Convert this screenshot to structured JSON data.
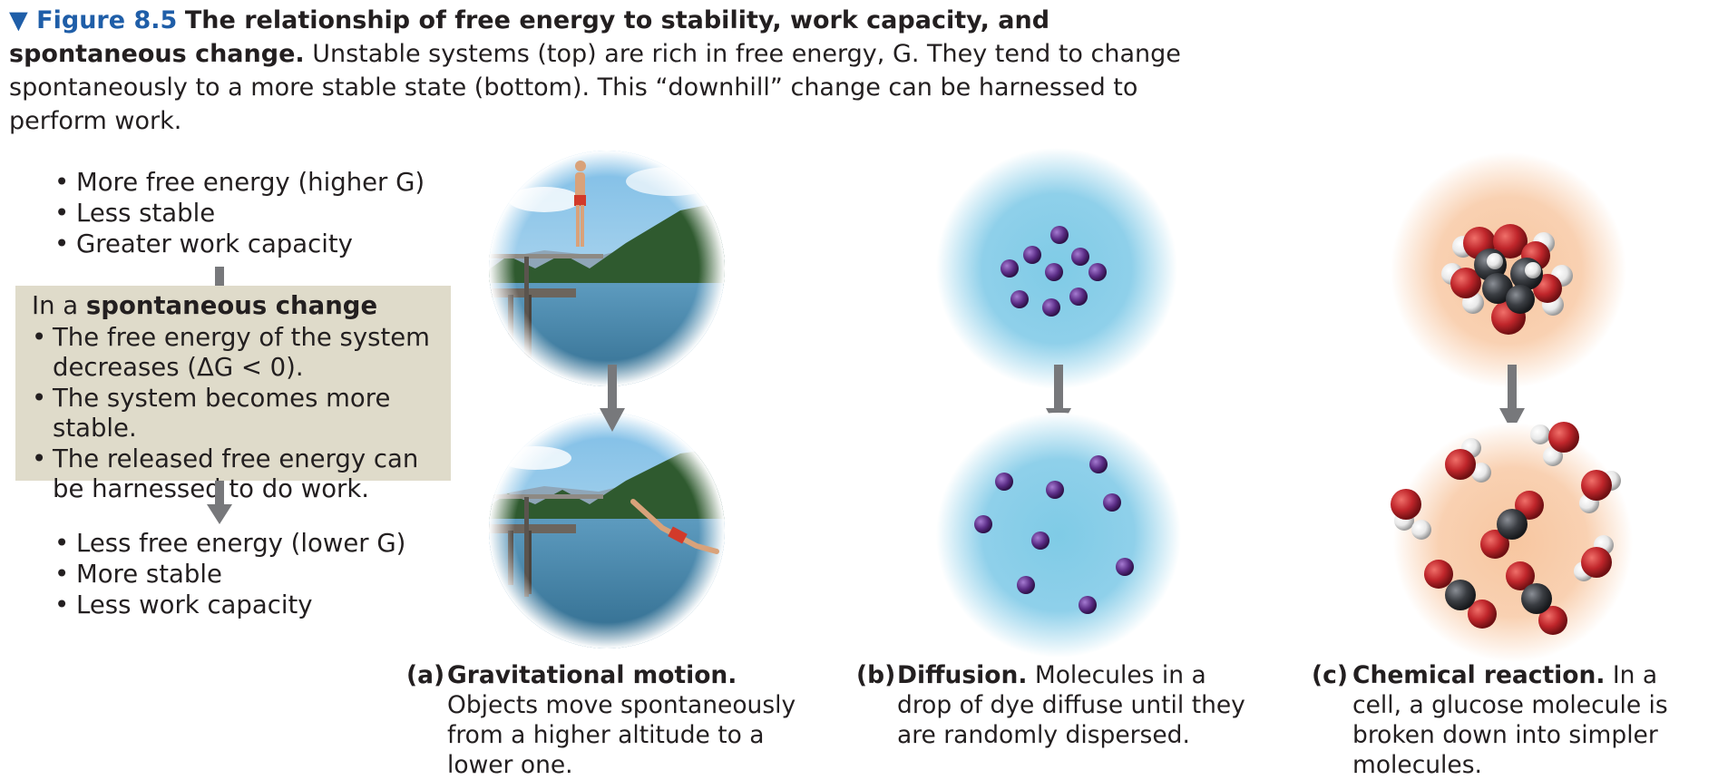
{
  "caption": {
    "marker": "▼",
    "label": "Figure 8.5",
    "title": "The relationship of free energy to stability, work capacity, and spontaneous change.",
    "body": "Unstable systems (top) are rich in free energy, G. They tend to change spontaneously to a more stable state (bottom). This “downhill” change can be harnessed to perform work."
  },
  "top_state": {
    "items": [
      "More free energy (higher G)",
      "Less stable",
      "Greater work capacity"
    ]
  },
  "spontaneous_box": {
    "prefix": "In a",
    "title": "spontaneous change",
    "items": [
      "The free energy of the system decreases (ΔG < 0).",
      "The system becomes more stable.",
      "The released free energy can be harnessed to do work."
    ]
  },
  "bottom_state": {
    "items": [
      "Less free energy (lower G)",
      "More stable",
      "Less work capacity"
    ]
  },
  "panels": [
    {
      "letter": "(a)",
      "heading": "Gravitational motion.",
      "text": "Objects move spontaneously from a higher altitude to a lower one."
    },
    {
      "letter": "(b)",
      "heading": "Diffusion.",
      "text": "Molecules in a drop of dye diffuse until they are randomly dispersed."
    },
    {
      "letter": "(c)",
      "heading": "Chemical reaction.",
      "text": "In a cell, a glucose molecule is broken down into simpler molecules."
    }
  ],
  "colors": {
    "figure_label": "#1f5ea8",
    "box_fill": "#dfdbca",
    "arrow": "#77787b",
    "diffusion_glow": "#7fcbe6",
    "reaction_glow": "#f7c6a0",
    "dye_molecule": "#5b2d86",
    "oxygen": "#c0262b",
    "carbon": "#3a3d42",
    "hydrogen": "#e8e8e8",
    "water": "#3f7fa8",
    "sky": "#8fc6e6",
    "trees": "#2f5a2f"
  },
  "icons": [
    "down-arrow-icon",
    "diver-icon",
    "dock-icon",
    "dye-molecule-icon",
    "glucose-molecule-icon",
    "water-molecule-icon",
    "carbon-dioxide-molecule-icon"
  ]
}
